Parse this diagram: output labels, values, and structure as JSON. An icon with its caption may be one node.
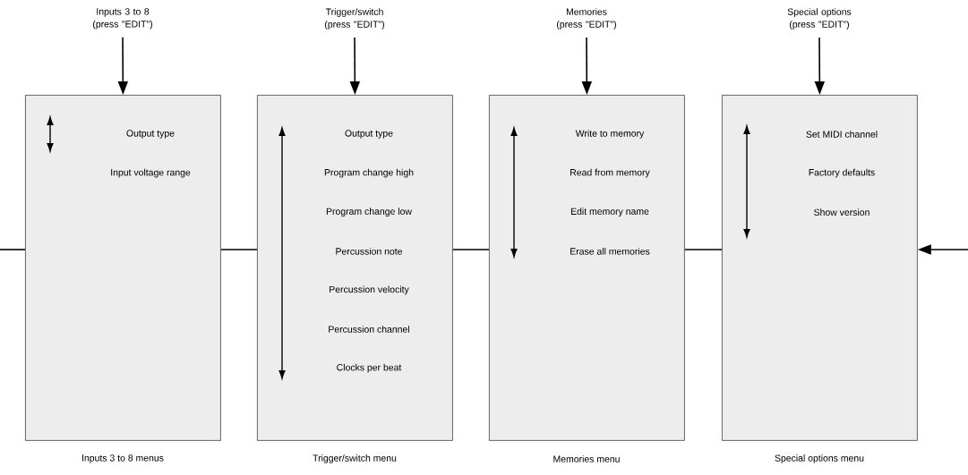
{
  "diagram": {
    "nodes": [
      {
        "text": [
          "Inputs 3 to 8 (press \"EDIT\")"
        ]
      },
      {
        "text": [
          "Trigger/switch (press \"EDIT\")"
        ]
      },
      {
        "text": [
          "Memories (press \"EDIT\")"
        ]
      },
      {
        "text": [
          "Special options (press \"EDIT\")"
        ]
      },
      {
        "text": [
          "Output type",
          "Input voltage range"
        ],
        "beside": [
          "Inputs 3 to 8 menus"
        ]
      },
      {
        "text": [
          "Output type",
          "Program change high",
          "Program change low",
          "Percussion note",
          "Percussion velocity",
          "Percussion channel",
          "Clocks per beat"
        ],
        "beside": [
          "Trigger/switch menu"
        ]
      },
      {
        "text": [
          "Write to memory",
          "Read from memory",
          "Edit memory name",
          "Erase all memories"
        ],
        "beside": [
          "Memories menu"
        ]
      },
      {
        "text": [
          "Set MIDI channel",
          "Factory defaults",
          "Show version"
        ],
        "beside": [
          "Special options menu"
        ]
      }
    ],
    "edges": [
      {
        "from": 0,
        "to": 4,
        "arrow": "to"
      },
      {
        "from": 1,
        "to": 5,
        "arrow": "to"
      },
      {
        "from": 2,
        "to": 6,
        "arrow": "to"
      },
      {
        "from": 3,
        "to": 7,
        "arrow": "to"
      },
      {
        "from": null,
        "to": 4,
        "arrow": "none"
      },
      {
        "from": 4,
        "to": 5,
        "arrow": "none"
      },
      {
        "from": 5,
        "to": 6,
        "arrow": "none"
      },
      {
        "from": 6,
        "to": 7,
        "arrow": "none"
      },
      {
        "from": null,
        "to": 7,
        "arrow": "to"
      }
    ]
  }
}
